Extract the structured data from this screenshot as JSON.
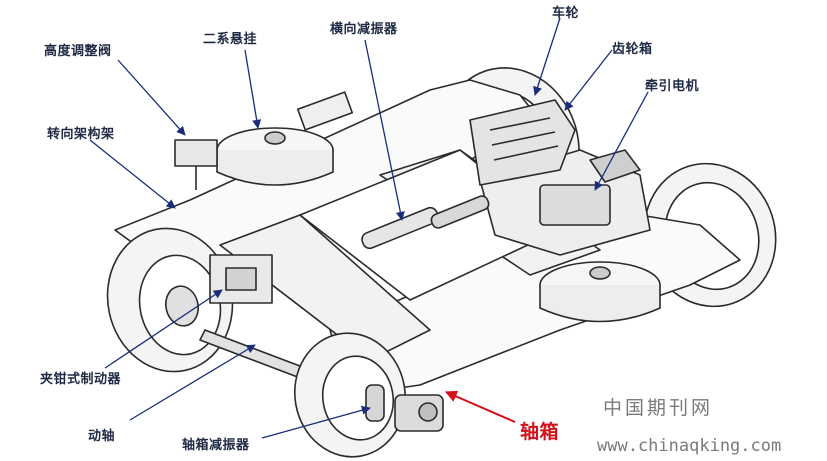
{
  "labels": {
    "height_valve": "高度调整阀",
    "secondary_suspension": "二系悬挂",
    "lateral_damper": "横向减振器",
    "wheel": "车轮",
    "gearbox": "齿轮箱",
    "traction_motor": "牵引电机",
    "bogie_frame": "转向架构架",
    "caliper_brake": "夹钳式制动器",
    "axle": "动轴",
    "axlebox_damper": "轴箱减振器",
    "axlebox": "轴箱"
  },
  "watermark": {
    "cn": "中国期刊网",
    "url": "www.chinaqking.com"
  },
  "colors": {
    "leader_line": "#1a2d7a",
    "highlight": "#d4101a",
    "outline": "#2b2b2b"
  }
}
